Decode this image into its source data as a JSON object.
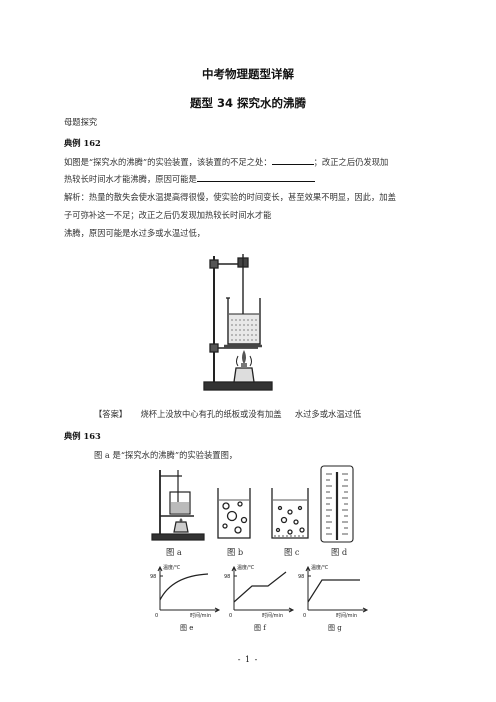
{
  "title": "中考物理题型详解",
  "subtitle": "题型 34 探究水的沸腾",
  "section_label": "母题探究",
  "example1": {
    "heading": "典例 162",
    "question_line1_a": "如图是“探究水的沸腾”的实验装置，该装置的不足之处：",
    "question_line1_b": "；改正之后仍发现加",
    "question_line2": "热较长时间水才能沸腾，原因可能是",
    "analysis_line1": "解析：热量的散失会使水温提高得很慢，使实验的时间变长，甚至效果不明显，因此，加盖",
    "analysis_line2": "子可弥补这一不足；改正之后仍发现加热较长时间水才能",
    "analysis_line3": "沸腾，原因可能是水过多或水温过低，",
    "answer_label": "【答案】",
    "answer_part1": "烧杯上没放中心有孔的纸板或没有加盖",
    "answer_part2": "水过多或水温过低"
  },
  "example2": {
    "heading": "典例 163",
    "intro": "图 a 是“探究水的沸腾”的实验装置图，",
    "captions": [
      "图 a",
      "图 b",
      "图 c",
      "图 d"
    ],
    "graphs": [
      {
        "caption": "图 e",
        "ylabel": "温度/℃",
        "xlabel": "时间/min",
        "y_tick": "98",
        "origin": "0"
      },
      {
        "caption": "图 f",
        "ylabel": "温度/℃",
        "xlabel": "时间/min",
        "y_tick": "98",
        "origin": "0"
      },
      {
        "caption": "图 g",
        "ylabel": "温度/℃",
        "xlabel": "时间/min",
        "y_tick": "98",
        "origin": "0"
      }
    ]
  },
  "page_number": "- 1 -"
}
